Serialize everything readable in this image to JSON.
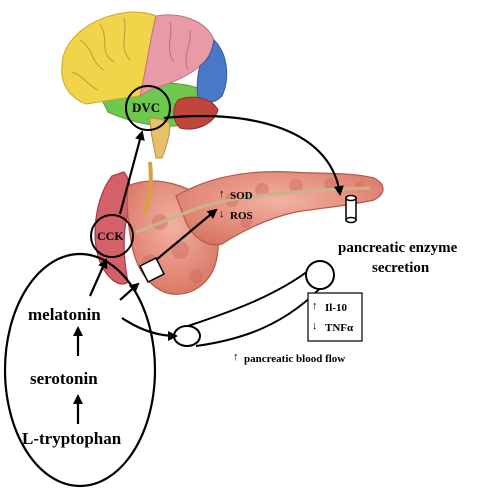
{
  "labels": {
    "dvc": "DVC",
    "cck": "CCK",
    "sod": "SOD",
    "ros": "ROS",
    "il10": "Il-10",
    "tnfa": "TNFα",
    "enzyme_line1": "pancreatic enzyme",
    "enzyme_line2": "secretion",
    "blood_flow": "pancreatic blood flow",
    "melatonin": "melatonin",
    "serotonin": "serotonin",
    "tryptophan": "L-tryptophan",
    "up_arrow": "↑",
    "down_arrow": "↓"
  },
  "colors": {
    "brain_frontal": "#f2d44a",
    "brain_parietal": "#e89aa6",
    "brain_occipital": "#4a78c8",
    "brain_temporal": "#6ec84e",
    "brain_cerebellum": "#c0463c",
    "brainstem": "#e8c06a",
    "pancreas": "#e58a78",
    "pancreas_lobule": "#d06a5e",
    "duodenum": "#d4606a",
    "bile_duct": "#c8b488"
  }
}
